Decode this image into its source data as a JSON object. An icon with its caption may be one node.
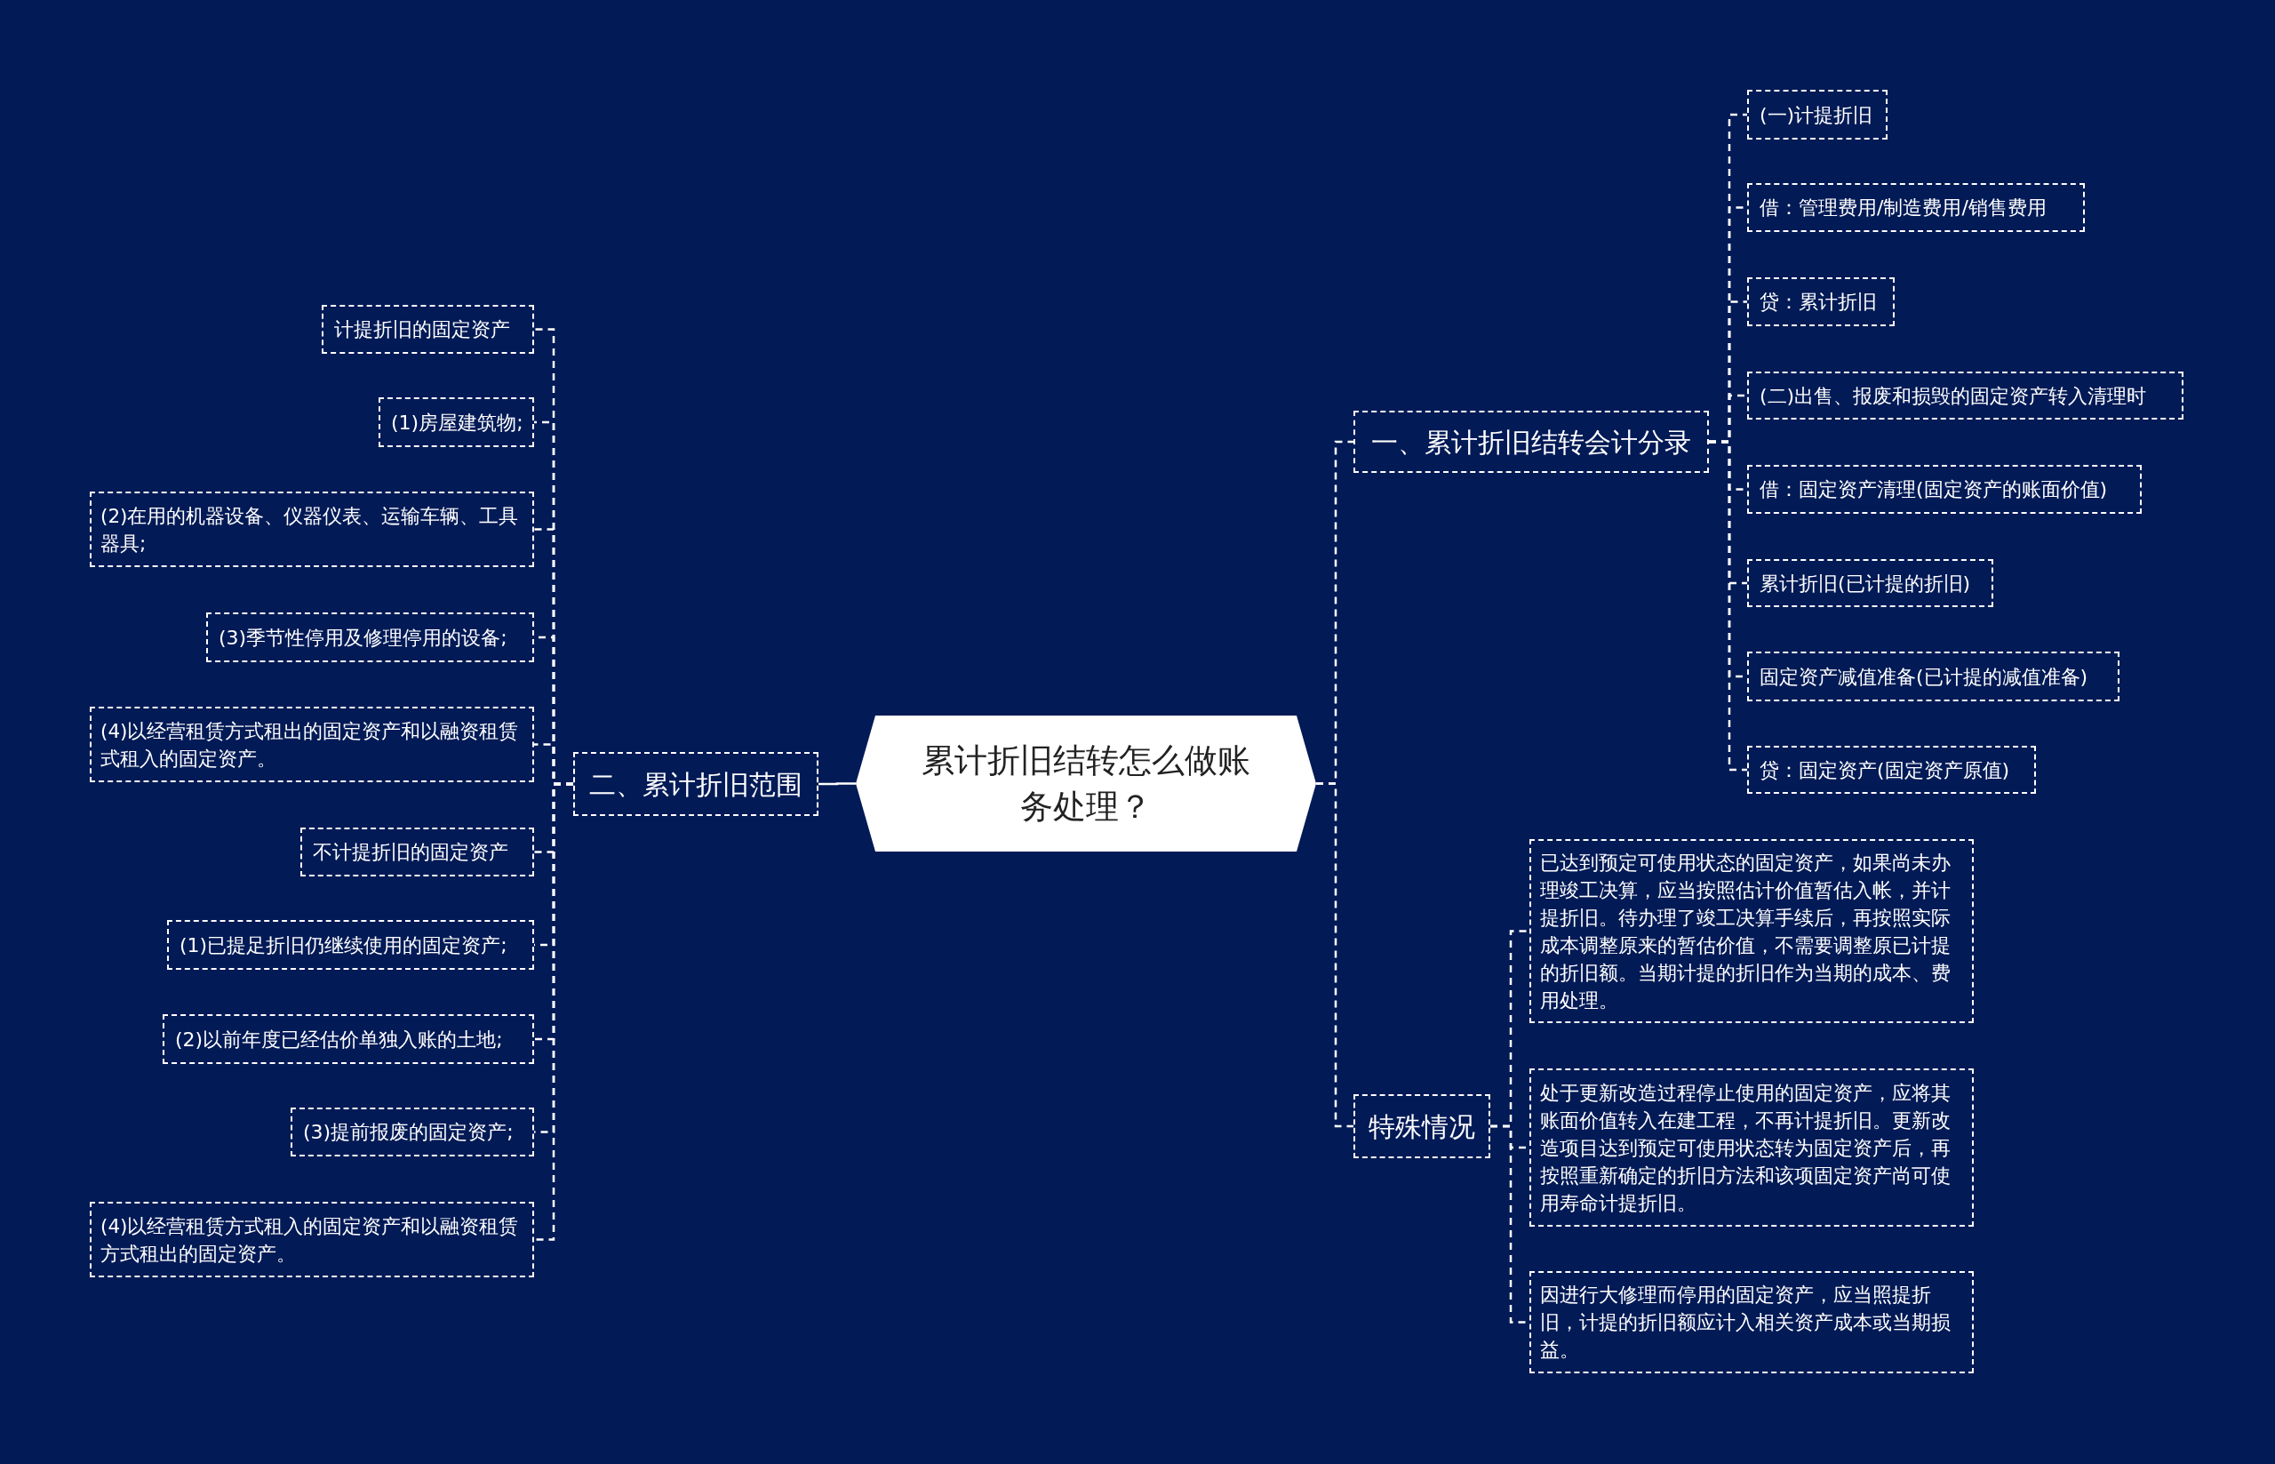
{
  "diagram": {
    "nodes": [
      {
        "text": [
          "累计折旧结转怎么做账务处理？"
        ]
      },
      {
        "text": [
          "一、累计折旧结转会计分录"
        ]
      },
      {
        "text": [
          "(一)计提折旧"
        ]
      },
      {
        "text": [
          "借：管理费用/制造费用/销售费用"
        ]
      },
      {
        "text": [
          "贷：累计折旧"
        ]
      },
      {
        "text": [
          "(二)出售、报废和损毁的固定资产转入清理时"
        ]
      },
      {
        "text": [
          "借：固定资产清理(固定资产的账面价值)"
        ]
      },
      {
        "text": [
          "累计折旧(已计提的折旧)"
        ]
      },
      {
        "text": [
          "固定资产减值准备(已计提的减值准备)"
        ]
      },
      {
        "text": [
          "贷：固定资产(固定资产原值)"
        ]
      },
      {
        "text": [
          "特殊情况"
        ]
      },
      {
        "text": [
          "已达到预定可使用状态的固定资产，如果尚未办理竣工决算，应当按照估计价值暂估入帐，并计提折旧。待办理了竣工决算手续后，再按照实际成本调整原来的暂估价值，不需要调整原已计提的折旧额。当期计提的折旧作为当期的成本、费用处理。"
        ]
      },
      {
        "text": [
          "处于更新改造过程停止使用的固定资产，应将其账面价值转入在建工程，不再计提折旧。更新改造项目达到预定可使用状态转为固定资产后，再按照重新确定的折旧方法和该项固定资产尚可使用寿命计提折旧。"
        ]
      },
      {
        "text": [
          "因进行大修理而停用的固定资产，应当照提折旧，计提的折旧额应计入相关资产成本或当期损益。"
        ]
      },
      {
        "text": [
          "二、累计折旧范围"
        ]
      },
      {
        "text": [
          "计提折旧的固定资产"
        ]
      },
      {
        "text": [
          "(1)房屋建筑物;"
        ]
      },
      {
        "text": [
          "(2)在用的机器设备、仪器仪表、运输车辆、工具器具;"
        ]
      },
      {
        "text": [
          "(3)季节性停用及修理停用的设备;"
        ]
      },
      {
        "text": [
          "(4)以经营租赁方式租出的固定资产和以融资租赁式租入的固定资产。"
        ]
      },
      {
        "text": [
          "不计提折旧的固定资产"
        ]
      },
      {
        "text": [
          "(1)已提足折旧仍继续使用的固定资产;"
        ]
      },
      {
        "text": [
          "(2)以前年度已经估价单独入账的土地;"
        ]
      },
      {
        "text": [
          "(3)提前报废的固定资产;"
        ]
      },
      {
        "text": [
          "(4)以经营租赁方式租入的固定资产和以融资租赁方式租出的固定资产。"
        ]
      }
    ],
    "edges": [
      {
        "from": 0,
        "to": 1,
        "arrow": "none",
        "style": "dashed"
      },
      {
        "from": 1,
        "to": 2,
        "arrow": "none",
        "style": "dashed"
      },
      {
        "from": 1,
        "to": 3,
        "arrow": "none",
        "style": "dashed"
      },
      {
        "from": 1,
        "to": 4,
        "arrow": "none",
        "style": "dashed"
      },
      {
        "from": 1,
        "to": 5,
        "arrow": "none",
        "style": "dashed"
      },
      {
        "from": 1,
        "to": 6,
        "arrow": "none",
        "style": "dashed"
      },
      {
        "from": 1,
        "to": 7,
        "arrow": "none",
        "style": "dashed"
      },
      {
        "from": 1,
        "to": 8,
        "arrow": "none",
        "style": "dashed"
      },
      {
        "from": 1,
        "to": 9,
        "arrow": "none",
        "style": "dashed"
      },
      {
        "from": 0,
        "to": 10,
        "arrow": "none",
        "style": "dashed"
      },
      {
        "from": 10,
        "to": 11,
        "arrow": "none",
        "style": "dashed"
      },
      {
        "from": 10,
        "to": 12,
        "arrow": "none",
        "style": "dashed"
      },
      {
        "from": 10,
        "to": 13,
        "arrow": "none",
        "style": "dashed"
      },
      {
        "from": 0,
        "to": 14,
        "arrow": "none"
      },
      {
        "from": 14,
        "to": 15,
        "arrow": "none",
        "style": "dashed"
      },
      {
        "from": 14,
        "to": 16,
        "arrow": "none",
        "style": "dashed"
      },
      {
        "from": 14,
        "to": 17,
        "arrow": "none",
        "style": "dashed"
      },
      {
        "from": 14,
        "to": 18,
        "arrow": "none",
        "style": "dashed"
      },
      {
        "from": 14,
        "to": 19,
        "arrow": "none",
        "style": "dashed"
      },
      {
        "from": 14,
        "to": 20,
        "arrow": "none",
        "style": "dashed"
      },
      {
        "from": 14,
        "to": 21,
        "arrow": "none",
        "style": "dashed"
      },
      {
        "from": 14,
        "to": 22,
        "arrow": "none",
        "style": "dashed"
      },
      {
        "from": 14,
        "to": 23,
        "arrow": "none",
        "style": "dashed"
      },
      {
        "from": 14,
        "to": 24,
        "arrow": "none",
        "style": "dashed"
      }
    ]
  }
}
